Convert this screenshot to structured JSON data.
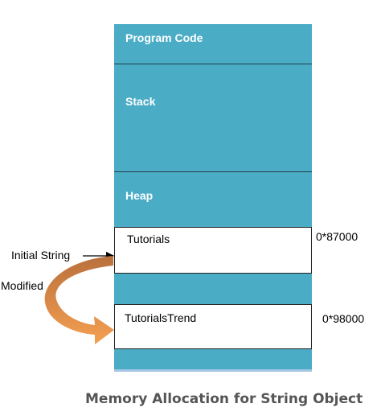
{
  "segments": {
    "program_code": "Program Code",
    "stack": "Stack",
    "heap": "Heap"
  },
  "strings": {
    "initial": {
      "text": "Tutorials",
      "address": "0*87000"
    },
    "modified": {
      "text": "TutorialsTrend",
      "address": "0*98000"
    }
  },
  "labels": {
    "initial_string": "Initial String",
    "modified": "Modified"
  },
  "caption": "Memory Allocation for String Object",
  "colors": {
    "memory": "#4bacc6",
    "curved_arrow_top": "#c0723a",
    "curved_arrow_bottom": "#f39a4a"
  }
}
